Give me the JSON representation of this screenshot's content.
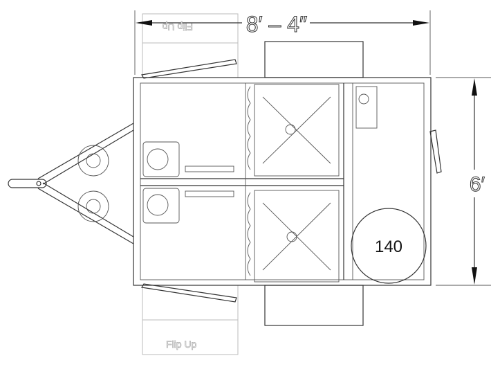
{
  "dimensions": {
    "width_label": "8′ – 4″",
    "depth_label": "6′"
  },
  "tank": {
    "label": "140"
  },
  "steps": {
    "top_label": "Flip Up",
    "bottom_label": "Flip Up"
  },
  "colors": {
    "line": "#333333",
    "step": "#bbbbbb"
  }
}
